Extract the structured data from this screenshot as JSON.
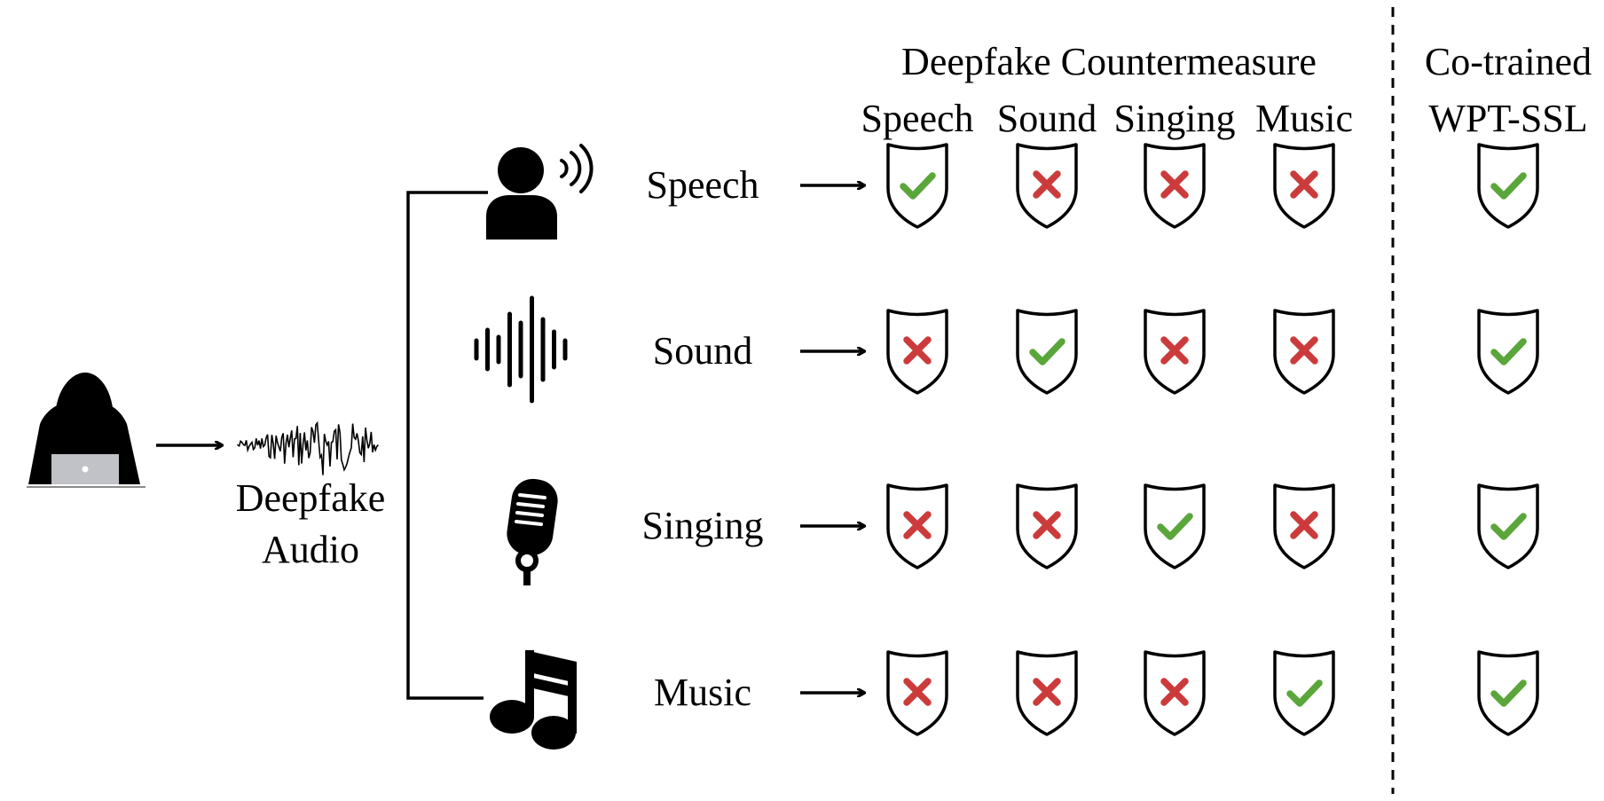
{
  "header": {
    "countermeasure_title": "Deepfake Countermeasure",
    "cotrained_line1": "Co-trained",
    "cotrained_line2": "WPT-SSL"
  },
  "columns": [
    "Speech",
    "Sound",
    "Singing",
    "Music"
  ],
  "source": {
    "line1": "Deepfake",
    "line2": "Audio"
  },
  "rows": [
    {
      "label": "Speech",
      "icon": "speaking-person-icon",
      "results": [
        true,
        false,
        false,
        false
      ],
      "cotrained": true
    },
    {
      "label": "Sound",
      "icon": "sound-wave-icon",
      "results": [
        false,
        true,
        false,
        false
      ],
      "cotrained": true
    },
    {
      "label": "Singing",
      "icon": "microphone-icon",
      "results": [
        false,
        false,
        true,
        false
      ],
      "cotrained": true
    },
    {
      "label": "Music",
      "icon": "music-note-icon",
      "results": [
        false,
        false,
        false,
        true
      ],
      "cotrained": true
    }
  ],
  "icons": {
    "attacker": "hooded-hacker-icon",
    "waveform": "audio-waveform-icon",
    "detect_ok": "shield-check-icon",
    "detect_fail": "shield-cross-icon"
  },
  "colors": {
    "check": "#5aa63a",
    "cross": "#cc3b3b",
    "stroke": "#000000"
  }
}
